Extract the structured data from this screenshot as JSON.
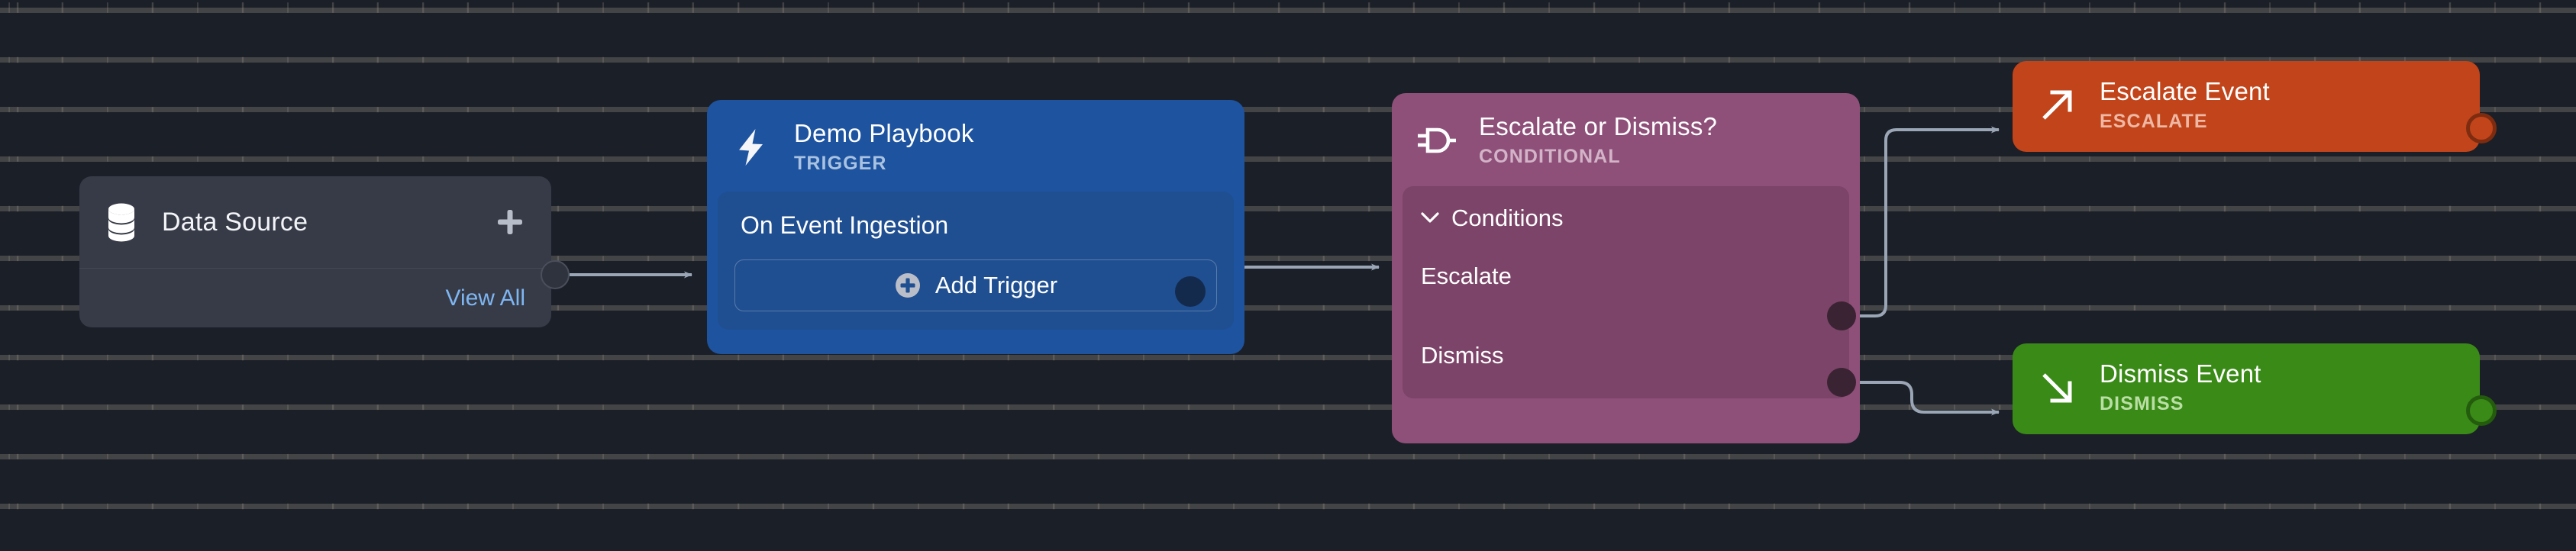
{
  "canvas": {
    "background_color": "#1b1f28",
    "grid": "dot-dash-grid",
    "grid_color": "#6d6a60"
  },
  "nodes": {
    "data_source": {
      "title": "Data Source",
      "add_label": "+",
      "view_all_label": "View All",
      "icon": "database-icon",
      "bg_color": "#373b47",
      "link_color": "#7eb6f2"
    },
    "trigger": {
      "title": "Demo Playbook",
      "kind": "TRIGGER",
      "icon": "lightning-bolt-icon",
      "bg_color": "#1d539f",
      "trigger_row": "On Event Ingestion",
      "add_trigger_label": "Add Trigger"
    },
    "conditional": {
      "title": "Escalate or Dismiss?",
      "kind": "CONDITIONAL",
      "icon": "logic-gate-icon",
      "bg_color": "#8e5079",
      "conditions_label": "Conditions",
      "conditions": [
        {
          "label": "Escalate"
        },
        {
          "label": "Dismiss"
        }
      ]
    },
    "escalate_event": {
      "title": "Escalate Event",
      "kind": "ESCALATE",
      "icon": "arrow-up-right-icon",
      "bg_color": "#c2441a"
    },
    "dismiss_event": {
      "title": "Dismiss Event",
      "kind": "DISMISS",
      "icon": "arrow-down-right-icon",
      "bg_color": "#3a8a17"
    }
  },
  "edges": [
    {
      "from": "data-source",
      "to": "trigger"
    },
    {
      "from": "trigger",
      "to": "conditional"
    },
    {
      "from": "conditional-escalate",
      "to": "escalate-event"
    },
    {
      "from": "conditional-dismiss",
      "to": "dismiss-event"
    }
  ]
}
